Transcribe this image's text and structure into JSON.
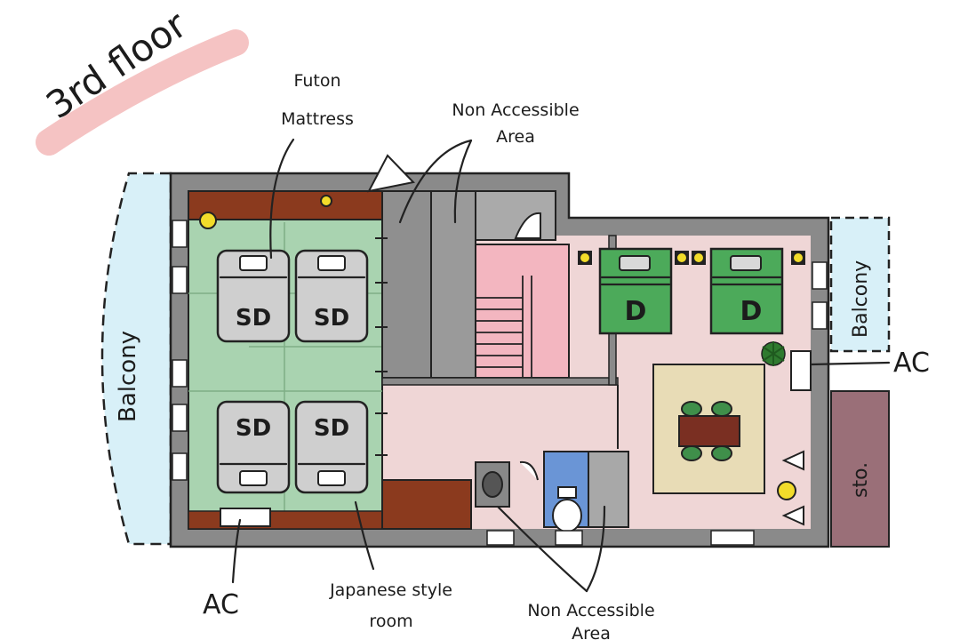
{
  "title": "3rd floor",
  "labels": {
    "futon_line1": "Futon",
    "futon_line2": "Mattress",
    "non_accessible_top_line1": "Non Accessible",
    "non_accessible_top_line2": "Area",
    "non_accessible_bottom_line1": "Non Accessible",
    "non_accessible_bottom_line2": "Area",
    "balcony_left": "Balcony",
    "balcony_right": "Balcony",
    "ac_right": "AC",
    "ac_bottom": "AC",
    "storage": "sto.",
    "japanese_room_line1": "Japanese style",
    "japanese_room_line2": "room"
  },
  "beds": {
    "single": [
      "SD",
      "SD",
      "SD",
      "SD"
    ],
    "double": [
      "D",
      "D"
    ]
  },
  "colors": {
    "wall": "#8a8a8a",
    "tatami": "#a9d3b0",
    "floor_pink": "#efd6d6",
    "stairs": "#f3b6c0",
    "balcony": "#d8f0f8",
    "storage": "#9a6f78",
    "wood": "#8b3a1e",
    "bed_green": "#4caa5a",
    "bed_gray": "#cfcfcf",
    "lamp": "#f2dc2a",
    "highlight": "#f3b9b9",
    "table_mat": "#e8dcb6"
  }
}
